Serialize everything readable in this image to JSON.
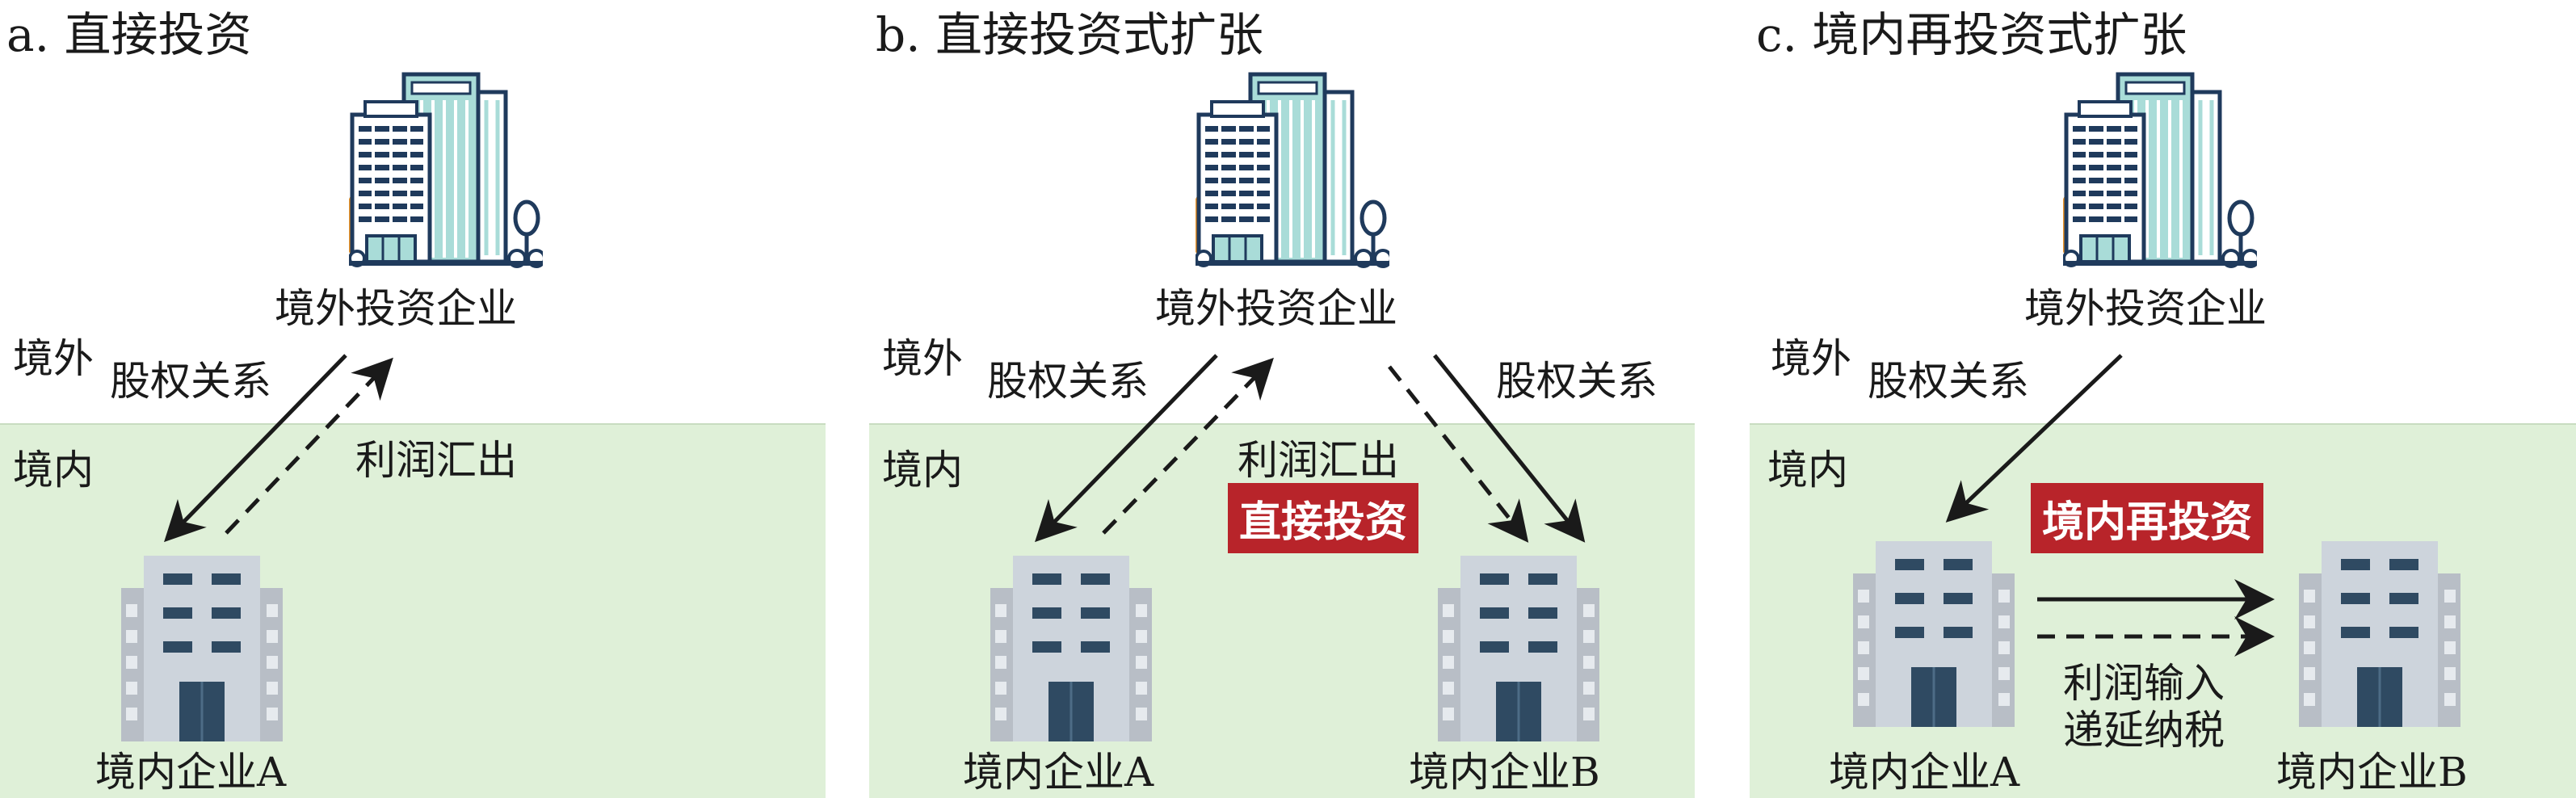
{
  "panels": [
    {
      "title": "a. 直接投资",
      "hq_label": "境外投资企业",
      "overseas": "境外",
      "domestic": "境内",
      "equity_label": "股权关系",
      "profit_label": "利润汇出",
      "company_a": "境内企业A"
    },
    {
      "title": "b. 直接投资式扩张",
      "hq_label": "境外投资企业",
      "overseas": "境外",
      "domestic": "境内",
      "equity_label_left": "股权关系",
      "equity_label_right": "股权关系",
      "profit_label": "利润汇出",
      "badge": "直接投资",
      "company_a": "境内企业A",
      "company_b": "境内企业B"
    },
    {
      "title": "c. 境内再投资式扩张",
      "hq_label": "境外投资企业",
      "overseas": "境外",
      "domestic": "境内",
      "equity_label": "股权关系",
      "badge": "境内再投资",
      "profit_input": "利润输入",
      "tax_deferral": "递延纳税",
      "company_a": "境内企业A",
      "company_b": "境内企业B"
    }
  ],
  "colors": {
    "domestic_bg": "#dff0d8",
    "badge_red": "#b8242a",
    "tower_navy": "#1f3a5c",
    "tower_teal": "#a9dcd8",
    "sun_orange": "#e8932a",
    "building_gray": "#cdd4dc"
  }
}
